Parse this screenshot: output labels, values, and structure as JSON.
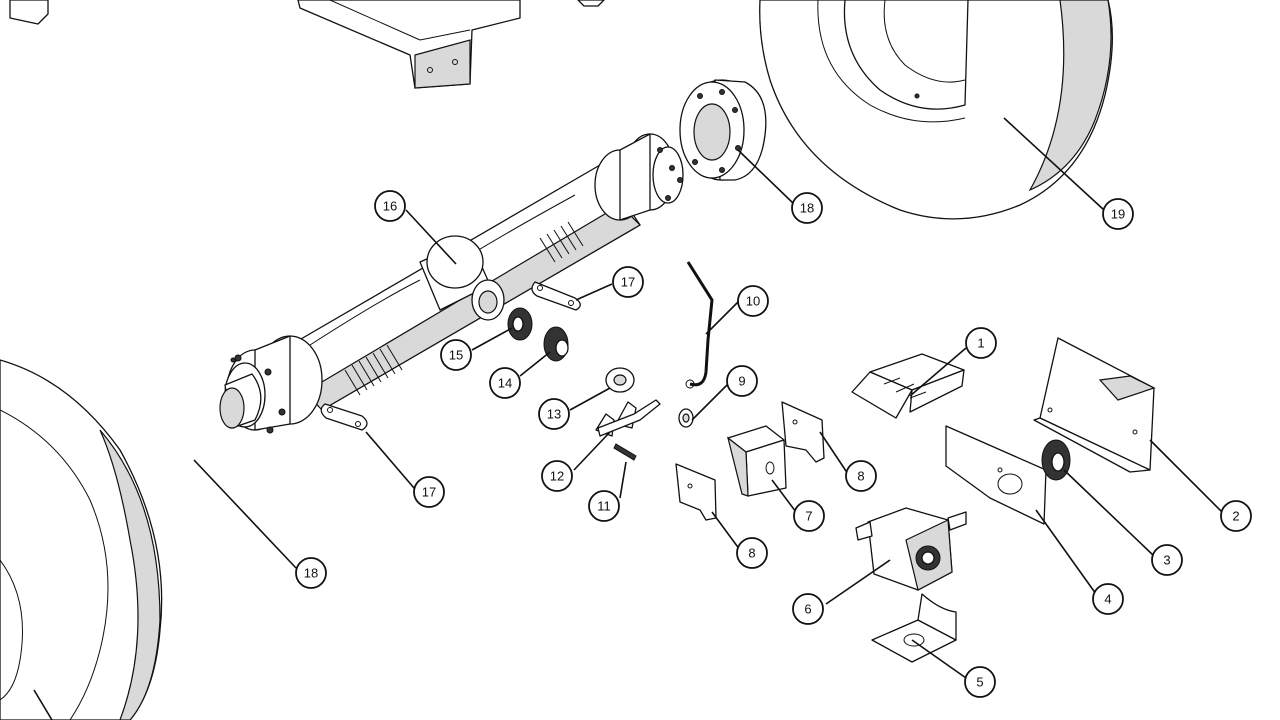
{
  "callouts": [
    {
      "id": "c1",
      "label": "1"
    },
    {
      "id": "c2",
      "label": "2"
    },
    {
      "id": "c3",
      "label": "3"
    },
    {
      "id": "c4",
      "label": "4"
    },
    {
      "id": "c5",
      "label": "5"
    },
    {
      "id": "c6",
      "label": "6"
    },
    {
      "id": "c7",
      "label": "7"
    },
    {
      "id": "c8a",
      "label": "8"
    },
    {
      "id": "c8b",
      "label": "8"
    },
    {
      "id": "c9",
      "label": "9"
    },
    {
      "id": "c10",
      "label": "10"
    },
    {
      "id": "c11",
      "label": "11"
    },
    {
      "id": "c12",
      "label": "12"
    },
    {
      "id": "c13",
      "label": "13"
    },
    {
      "id": "c14",
      "label": "14"
    },
    {
      "id": "c15",
      "label": "15"
    },
    {
      "id": "c16",
      "label": "16"
    },
    {
      "id": "c17a",
      "label": "17"
    },
    {
      "id": "c17b",
      "label": "17"
    },
    {
      "id": "c18a",
      "label": "18"
    },
    {
      "id": "c18b",
      "label": "18"
    },
    {
      "id": "c19",
      "label": "19"
    }
  ]
}
